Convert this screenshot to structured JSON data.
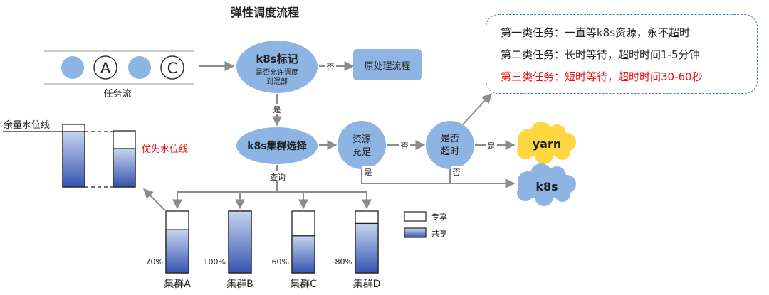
{
  "title": "弹性调度流程",
  "task_stream": {
    "items": [
      "A",
      "C"
    ],
    "label": "任务流"
  },
  "k8s_mark": {
    "title": "k8s标记",
    "subtitle_line1": "是否允许调度",
    "subtitle_line2": "到混部"
  },
  "original_process": "原处理流程",
  "cluster_select": "k8s集群选择",
  "resource_check": {
    "line1": "资源",
    "line2": "充足"
  },
  "timeout_check": {
    "line1": "是否",
    "line2": "超时"
  },
  "targets": {
    "yarn": "yarn",
    "k8s": "k8s"
  },
  "edge_labels": {
    "no_original": "否",
    "yes_select": "是",
    "no_resource": "否",
    "yes_resource": "是",
    "yes_timeout": "是",
    "no_timeout": "否",
    "query": "查询"
  },
  "notes": [
    {
      "text": "第一类任务：一直等k8s资源，永不超时",
      "color": "#222222"
    },
    {
      "text": "第二类任务：长时等待，超时时间1-5分钟",
      "color": "#222222"
    },
    {
      "text": "第三类任务：短时等待，超时时间30-60秒",
      "color": "#ee1111"
    }
  ],
  "watermark": {
    "remaining_label": "余量水位线",
    "priority_label": "优先水位线"
  },
  "clusters": [
    {
      "name": "集群A",
      "usage_label": "70%",
      "shared_fraction": 0.7
    },
    {
      "name": "集群B",
      "usage_label": "100%",
      "shared_fraction": 1.0
    },
    {
      "name": "集群C",
      "usage_label": "60%",
      "shared_fraction": 0.6
    },
    {
      "name": "集群D",
      "usage_label": "80%",
      "shared_fraction": 0.8
    }
  ],
  "legend": {
    "exclusive": "专享",
    "shared": "共享"
  },
  "colors": {
    "node_fill": "#8db4e2",
    "arrow": "#8c8c8c",
    "cloud_yarn": "#ffd740",
    "cloud_k8s": "#8db4e2",
    "bar_top": "#c6d4ef",
    "bar_bottom": "#3654b0",
    "highlight": "#ee1111"
  }
}
